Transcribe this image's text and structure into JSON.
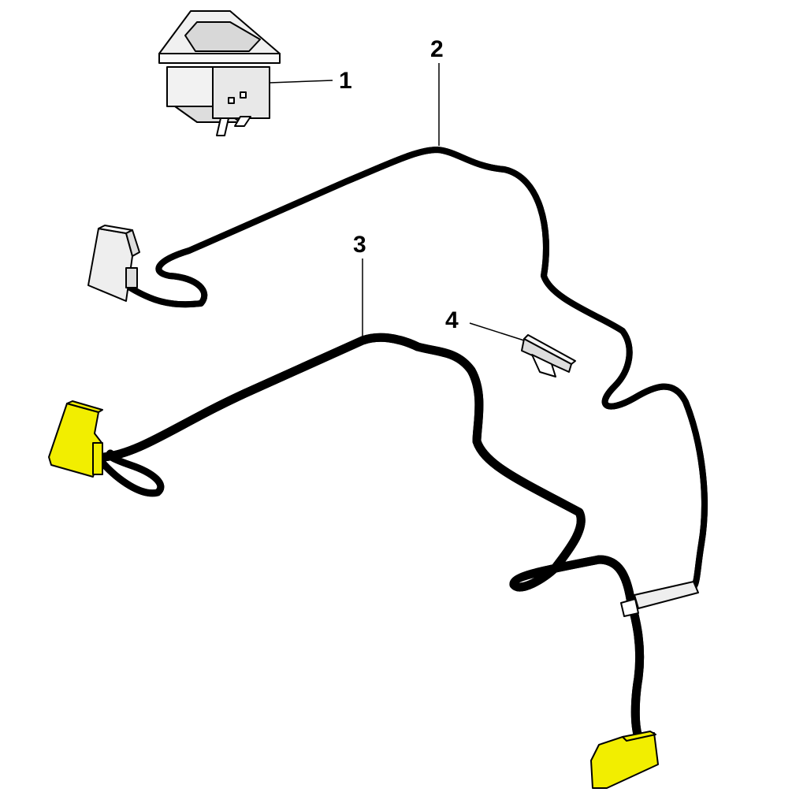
{
  "callouts": [
    {
      "number": "1",
      "part": "switch"
    },
    {
      "number": "2",
      "part": "wiring-harness-grey"
    },
    {
      "number": "3",
      "part": "wiring-harness-highlighted"
    },
    {
      "number": "4",
      "part": "clip"
    }
  ],
  "colors": {
    "highlight": "#f2ee00",
    "grey": "#e6e6e6",
    "outline": "#000000"
  }
}
